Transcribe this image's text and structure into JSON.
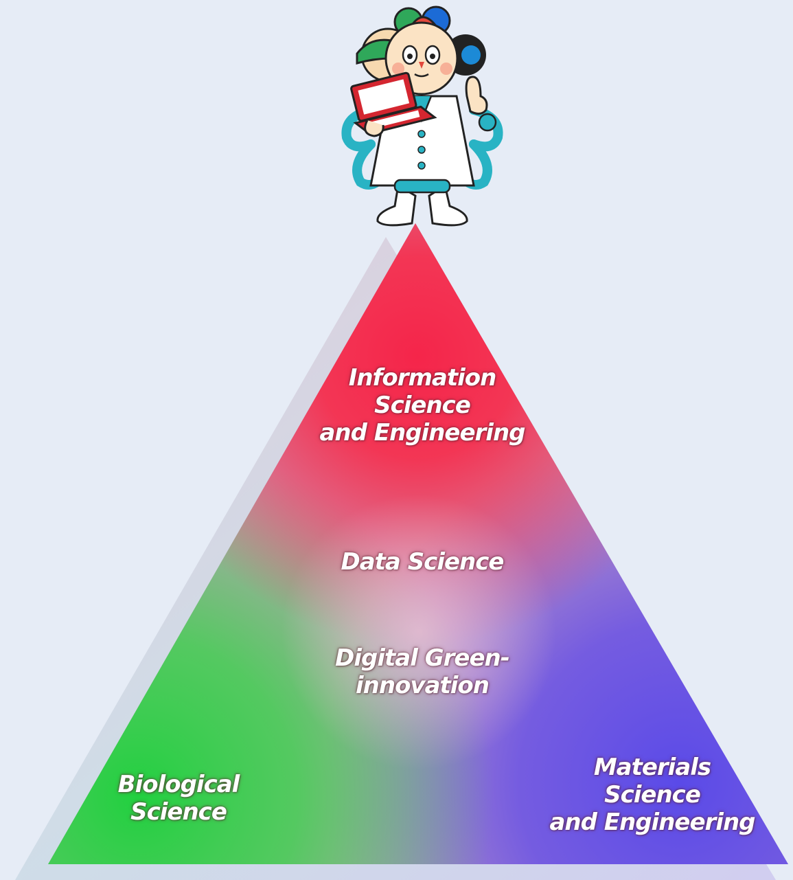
{
  "diagram": {
    "top": {
      "line1": "Information",
      "line2": "Science",
      "line3": "and Engineering"
    },
    "center": {
      "upper": "Data Science",
      "lower_line1": "Digital Green-",
      "lower_line2": "innovation"
    },
    "bottom_left": {
      "line1": "Biological",
      "line2": "Science"
    },
    "bottom_right": {
      "line1": "Materials",
      "line2": "Science",
      "line3": "and Engineering"
    }
  },
  "colors": {
    "background": "#e6ecf6",
    "top_red": "#f4324f",
    "bottom_left_green": "#30d04a",
    "bottom_right_blue": "#6a4ee6",
    "center_glow": "#d8a8c0"
  },
  "mascot": {
    "icon": "scientist-mascot-icon"
  }
}
